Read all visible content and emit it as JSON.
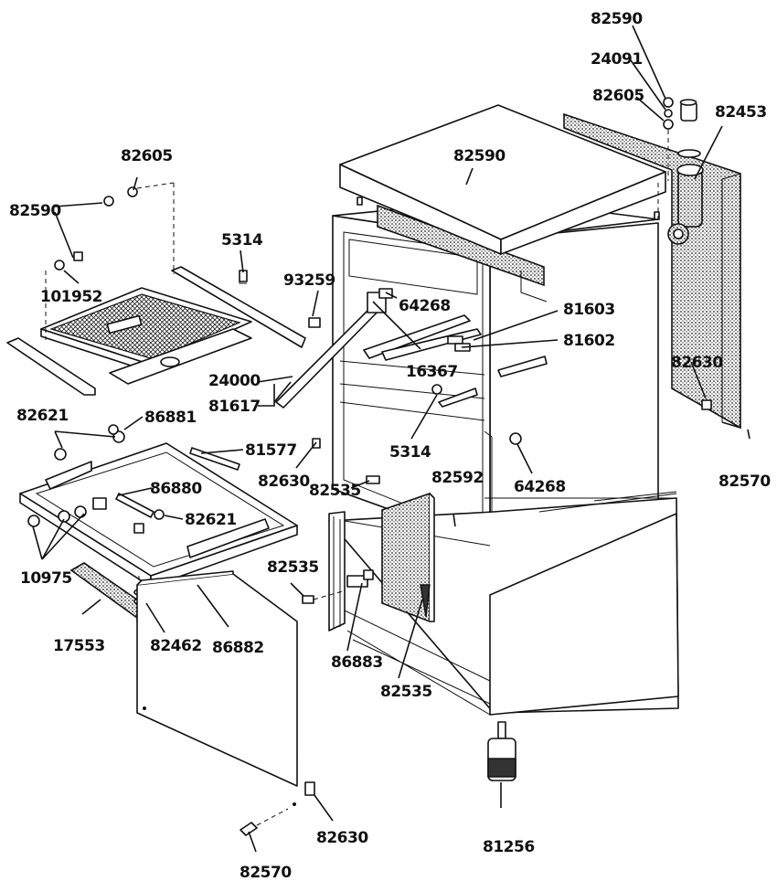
{
  "parts": {
    "p82590_top": "82590",
    "p24091": "24091",
    "p82605_top": "82605",
    "p82453": "82453",
    "p82605_left": "82605",
    "p82590_left": "82590",
    "p82590_mid": "82590",
    "p5314_top": "5314",
    "p101952": "101952",
    "p93259": "93259",
    "p64268_top": "64268",
    "p81603": "81603",
    "p81602": "81602",
    "p16367": "16367",
    "p82630_right": "82630",
    "p24000": "24000",
    "p81617": "81617",
    "p82621_top": "82621",
    "p86881": "86881",
    "p81577": "81577",
    "p5314_mid": "5314",
    "p64268_mid": "64268",
    "p82630_mid": "82630",
    "p82570_right": "82570",
    "p82535_mid": "82535",
    "p86880": "86880",
    "p82592": "82592",
    "p82621_mid": "82621",
    "p10975": "10975",
    "p82535_low": "82535",
    "p17553": "17553",
    "p82462": "82462",
    "p86882": "86882",
    "p86883": "86883",
    "p82535_bot": "82535",
    "p81256": "81256",
    "p82630_bot": "82630",
    "p82570_bot": "82570"
  }
}
